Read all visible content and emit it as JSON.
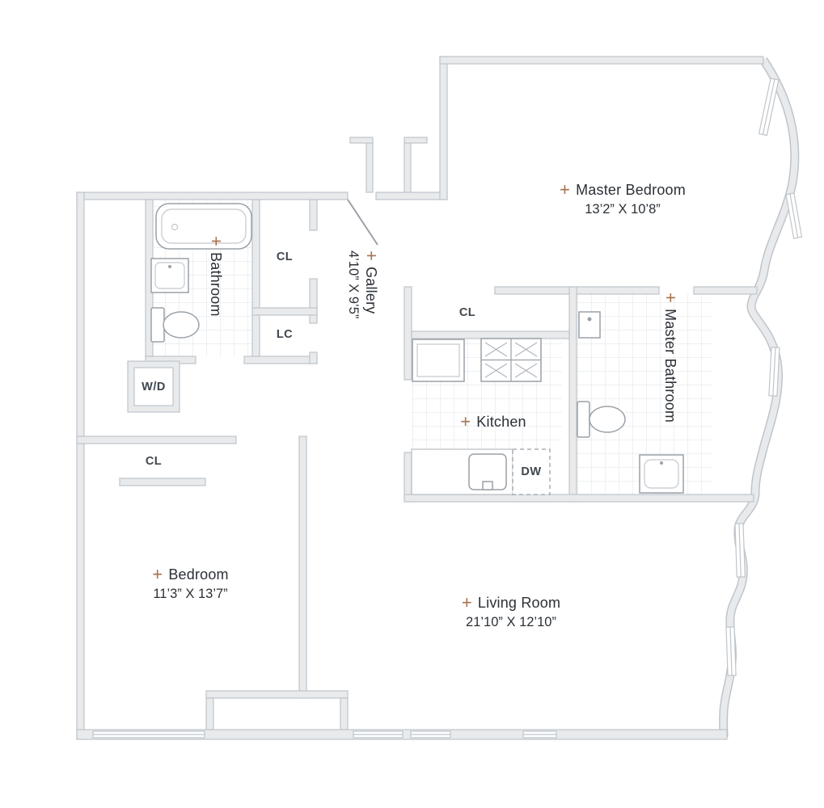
{
  "plan": {
    "rooms": {
      "master_bedroom": {
        "name": "Master Bedroom",
        "dims": "13’2” X 10’8”"
      },
      "bedroom": {
        "name": "Bedroom",
        "dims": "11’3” X 13’7”"
      },
      "living_room": {
        "name": "Living Room",
        "dims": "21’10” X 12’10”"
      },
      "gallery": {
        "name": "Gallery",
        "dims": "4’10” X 9’5”"
      },
      "kitchen": {
        "name": "Kitchen"
      },
      "bathroom": {
        "name": "Bathroom"
      },
      "master_bathroom": {
        "name": "Master Bathroom"
      }
    },
    "labels": {
      "closet": "CL",
      "linen_closet": "LC",
      "washer_dryer": "W/D",
      "dishwasher": "DW"
    },
    "marker_glyph": "+",
    "colors": {
      "marker": "#a8714d",
      "wall_fill": "#e8eaec",
      "wall_stroke": "#bfc5cb",
      "fixture_stroke": "#9aa1a8",
      "tile_line": "#e3e6e9",
      "text": "#2b3036"
    }
  }
}
